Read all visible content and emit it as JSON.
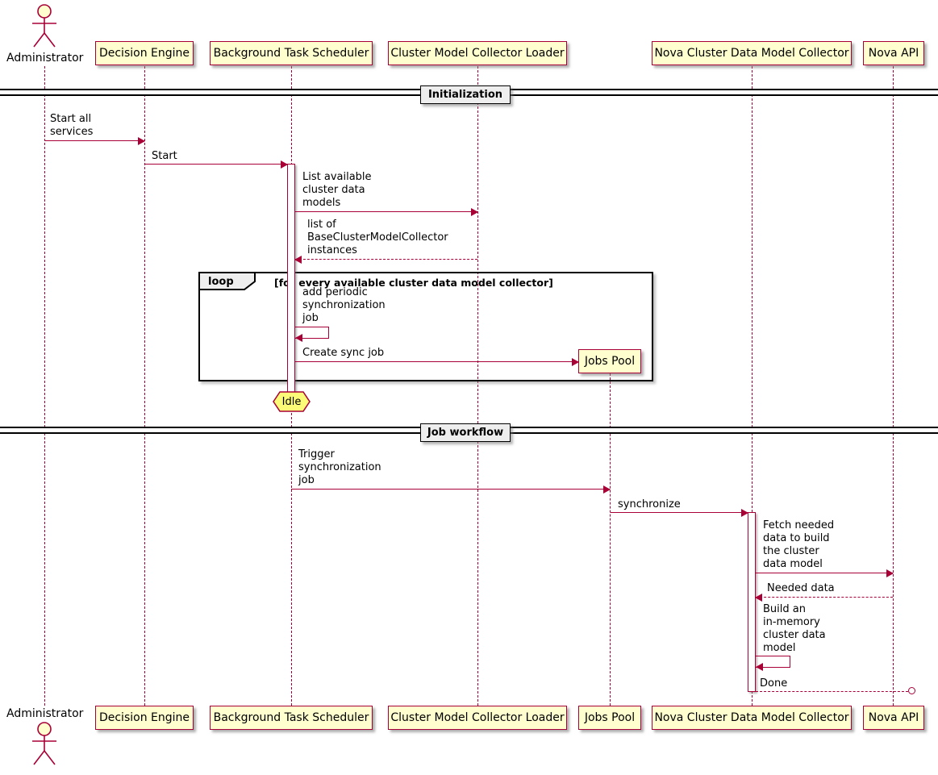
{
  "colors": {
    "accent": "#A80036",
    "participant_fill": "#FEFECE",
    "note_fill": "#FBFB77",
    "label_fill": "#EEEEEE",
    "frame_border": "#000000"
  },
  "participants": [
    {
      "label": "Administrator",
      "type": "actor"
    },
    {
      "label": "Decision Engine",
      "type": "participant"
    },
    {
      "label": "Background Task Scheduler",
      "type": "participant"
    },
    {
      "label": "Cluster Model Collector Loader",
      "type": "participant"
    },
    {
      "label": "Jobs Pool",
      "type": "participant"
    },
    {
      "label": "Nova Cluster Data Model Collector",
      "type": "participant"
    },
    {
      "label": "Nova API",
      "type": "participant"
    }
  ],
  "dividers": {
    "initialization": "Initialization",
    "job_workflow": "Job workflow"
  },
  "loop_frame": {
    "keyword": "loop",
    "condition": "[for every available cluster data model collector]"
  },
  "notes": {
    "idle": "Idle"
  },
  "messages": {
    "start_all_services": "Start all\nservices",
    "start": "Start",
    "list_available": "List available\ncluster data\nmodels",
    "list_of_instances": "list of\nBaseClusterModelCollector\ninstances",
    "add_periodic": "add periodic\nsynchronization\njob",
    "create_sync_job": "Create sync job",
    "trigger_sync": "Trigger\nsynchronization\njob",
    "synchronize": "synchronize",
    "fetch_needed": "Fetch needed\ndata to build\nthe cluster\ndata model",
    "needed_data": "Needed data",
    "build_model": "Build an\nin-memory\ncluster data\nmodel",
    "done": "Done"
  }
}
